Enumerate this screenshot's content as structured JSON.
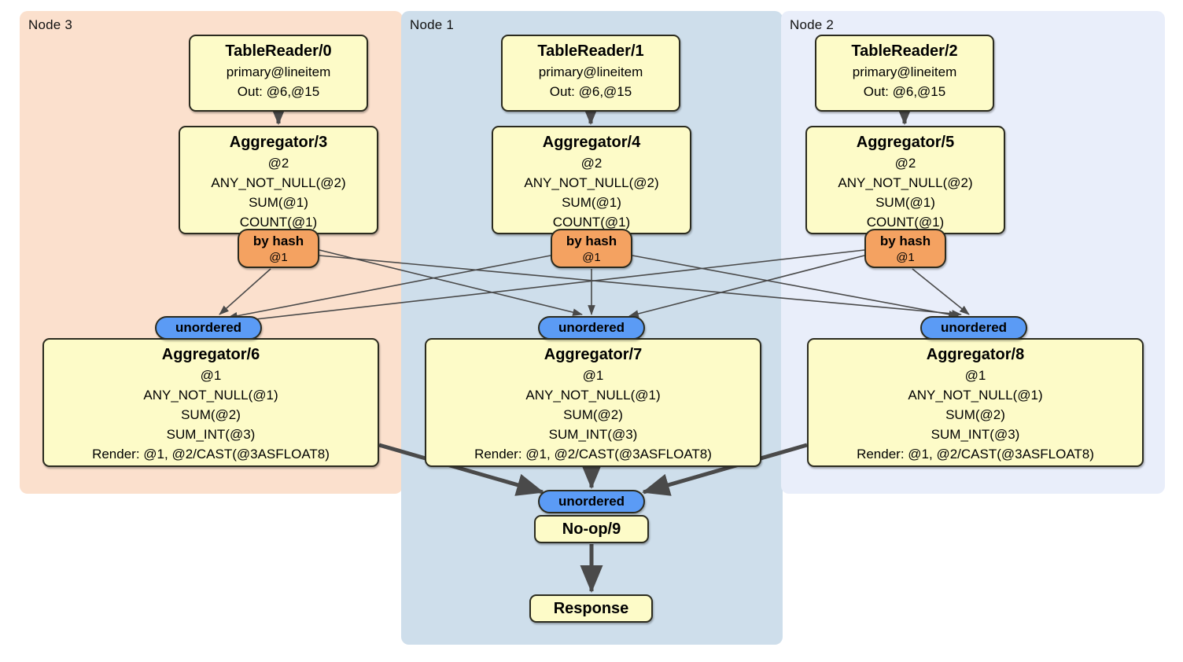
{
  "diagram": {
    "title": "Distributed query plan",
    "colors": {
      "node3_region": "#fbe0cd",
      "node1_region": "#cedeeb",
      "node2_region": "#e9eefa",
      "processor_box": "#fdfbc8",
      "by_hash_router": "#f4a261",
      "unordered_synchronizer": "#5b9bf5",
      "edge": "#4a4a4a",
      "border": "#2b2b1f"
    }
  },
  "regions": [
    {
      "id": "node3",
      "label": "Node 3"
    },
    {
      "id": "node1",
      "label": "Node 1"
    },
    {
      "id": "node2",
      "label": "Node 2"
    }
  ],
  "processors": {
    "table_reader_0": {
      "title": "TableReader/0",
      "lines": [
        "primary@lineitem",
        "Out: @6,@15"
      ]
    },
    "table_reader_1": {
      "title": "TableReader/1",
      "lines": [
        "primary@lineitem",
        "Out: @6,@15"
      ]
    },
    "table_reader_2": {
      "title": "TableReader/2",
      "lines": [
        "primary@lineitem",
        "Out: @6,@15"
      ]
    },
    "aggregator_3": {
      "title": "Aggregator/3",
      "lines": [
        "@2",
        "ANY_NOT_NULL(@2)",
        "SUM(@1)",
        "COUNT(@1)"
      ]
    },
    "aggregator_4": {
      "title": "Aggregator/4",
      "lines": [
        "@2",
        "ANY_NOT_NULL(@2)",
        "SUM(@1)",
        "COUNT(@1)"
      ]
    },
    "aggregator_5": {
      "title": "Aggregator/5",
      "lines": [
        "@2",
        "ANY_NOT_NULL(@2)",
        "SUM(@1)",
        "COUNT(@1)"
      ]
    },
    "aggregator_6": {
      "title": "Aggregator/6",
      "lines": [
        "@1",
        "ANY_NOT_NULL(@1)",
        "SUM(@2)",
        "SUM_INT(@3)",
        "Render: @1, @2/CAST(@3ASFLOAT8)"
      ]
    },
    "aggregator_7": {
      "title": "Aggregator/7",
      "lines": [
        "@1",
        "ANY_NOT_NULL(@1)",
        "SUM(@2)",
        "SUM_INT(@3)",
        "Render: @1, @2/CAST(@3ASFLOAT8)"
      ]
    },
    "aggregator_8": {
      "title": "Aggregator/8",
      "lines": [
        "@1",
        "ANY_NOT_NULL(@1)",
        "SUM(@2)",
        "SUM_INT(@3)",
        "Render: @1, @2/CAST(@3ASFLOAT8)"
      ]
    },
    "no_op_9": {
      "title": "No-op/9",
      "lines": []
    },
    "response": {
      "title": "Response",
      "lines": []
    }
  },
  "routers": {
    "by_hash_3": {
      "label": "by hash",
      "sublabel": "@1"
    },
    "by_hash_4": {
      "label": "by hash",
      "sublabel": "@1"
    },
    "by_hash_5": {
      "label": "by hash",
      "sublabel": "@1"
    }
  },
  "synchronizers": {
    "unordered_6": {
      "label": "unordered"
    },
    "unordered_7": {
      "label": "unordered"
    },
    "unordered_8": {
      "label": "unordered"
    },
    "unordered_final": {
      "label": "unordered"
    }
  }
}
